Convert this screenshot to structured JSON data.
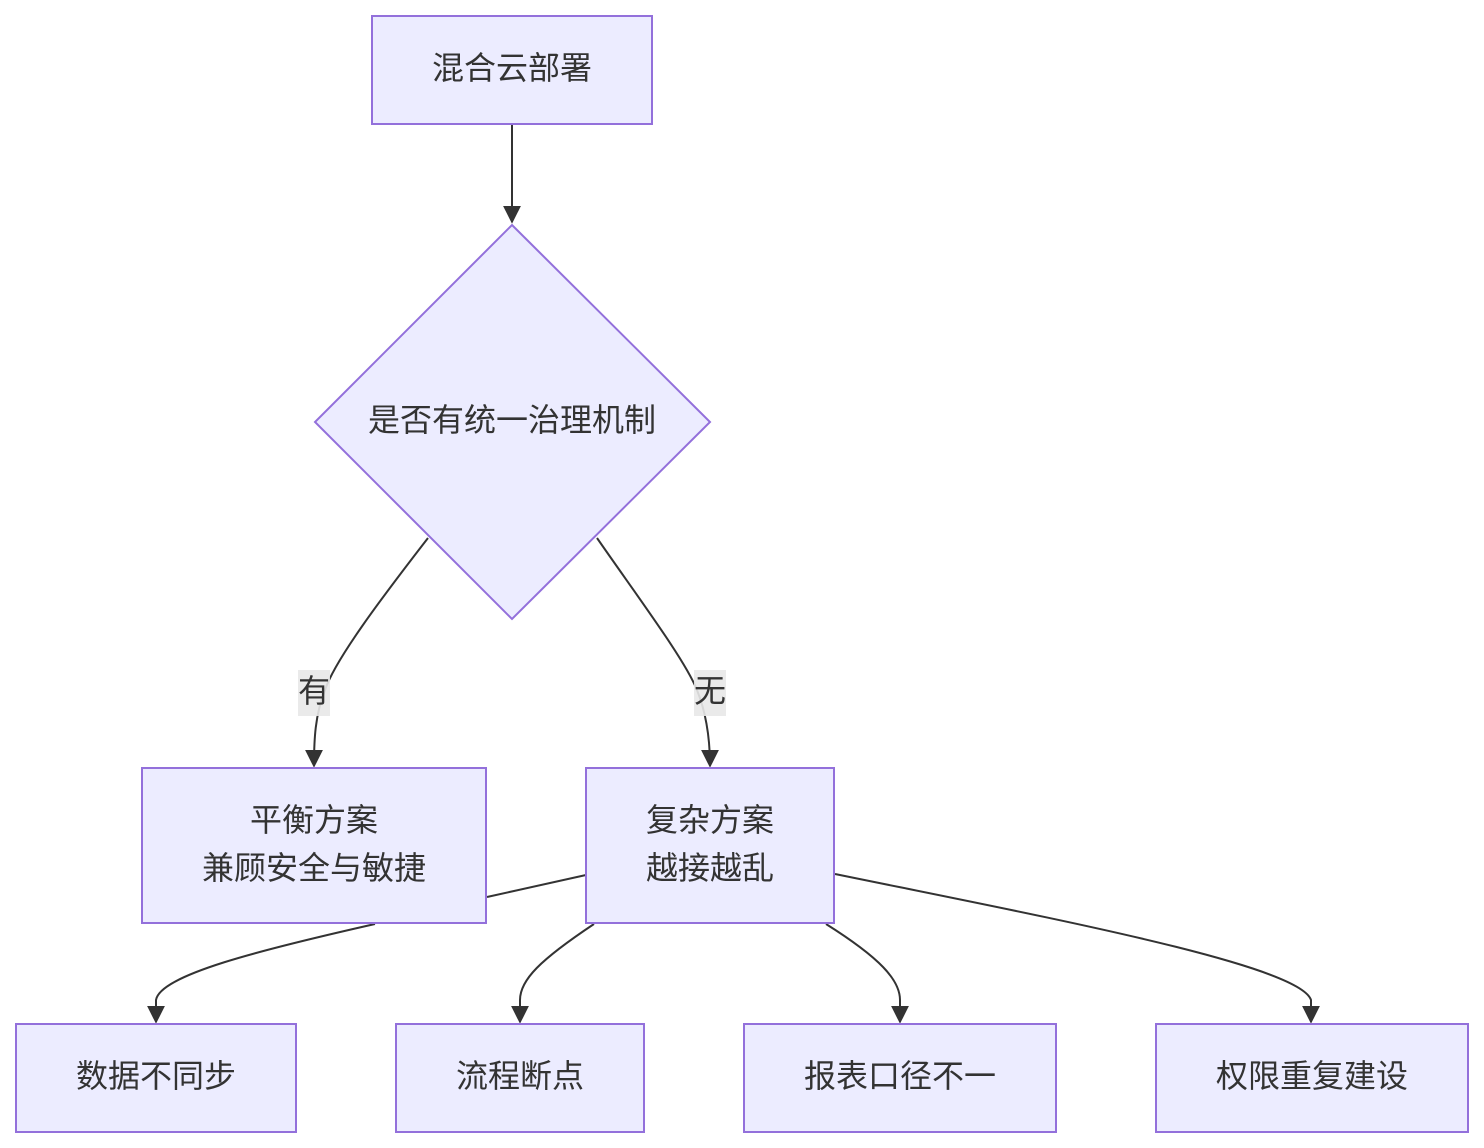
{
  "nodes": {
    "start": {
      "label": "混合云部署"
    },
    "decision": {
      "label": "是否有统一治理机制"
    },
    "balanced": {
      "line1": "平衡方案",
      "line2": "兼顾安全与敏捷"
    },
    "complex": {
      "line1": "复杂方案",
      "line2": "越接越乱"
    },
    "data_sync": {
      "label": "数据不同步"
    },
    "process_break": {
      "label": "流程断点"
    },
    "report_mismatch": {
      "label": "报表口径不一"
    },
    "permission_dup": {
      "label": "权限重复建设"
    }
  },
  "edges": {
    "yes_label": "有",
    "no_label": "无"
  },
  "colors": {
    "node_fill": "#ECECFF",
    "node_stroke": "#9370DB",
    "edge": "#333333",
    "label_bg": "#E8E8E8"
  }
}
